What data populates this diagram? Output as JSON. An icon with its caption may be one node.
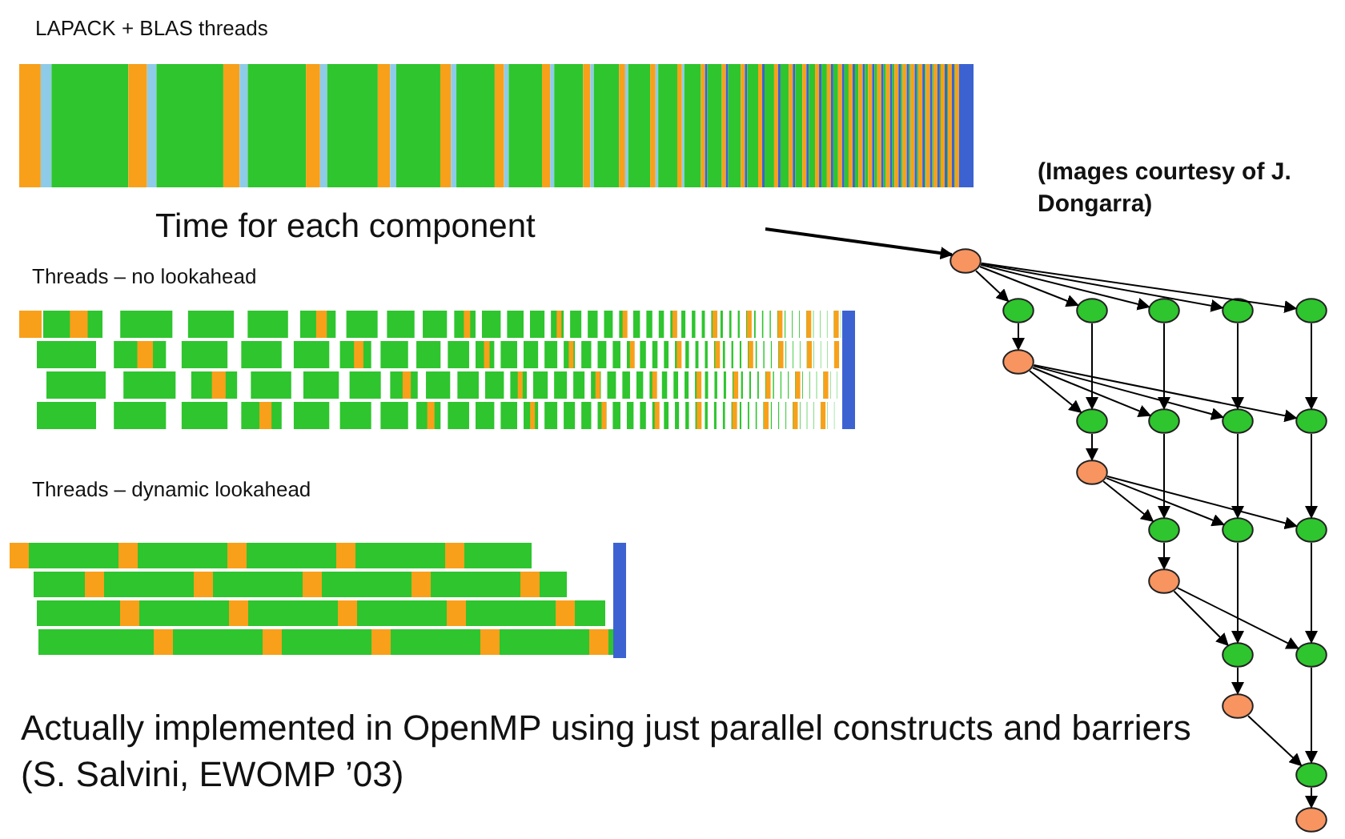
{
  "diagram": {
    "caption": "Actually implemented in OpenMP using just parallel constructs and barriers (S. Salvini, EWOMP ’03)",
    "nodes": [
      {
        "text": [],
        "shape": "circle"
      },
      {
        "text": [],
        "shape": "circle"
      },
      {
        "text": [],
        "shape": "circle"
      },
      {
        "text": [],
        "shape": "circle"
      },
      {
        "text": [],
        "shape": "circle"
      },
      {
        "text": [],
        "shape": "circle"
      },
      {
        "text": [],
        "shape": "circle"
      },
      {
        "text": [],
        "shape": "circle"
      },
      {
        "text": [],
        "shape": "circle"
      },
      {
        "text": [],
        "shape": "circle"
      },
      {
        "text": [],
        "shape": "circle"
      },
      {
        "text": [],
        "shape": "circle"
      },
      {
        "text": [],
        "shape": "circle"
      },
      {
        "text": [],
        "shape": "circle"
      },
      {
        "text": [],
        "shape": "circle"
      },
      {
        "text": [],
        "shape": "circle"
      },
      {
        "text": [],
        "shape": "circle"
      },
      {
        "text": [],
        "shape": "circle"
      },
      {
        "text": [],
        "shape": "circle"
      },
      {
        "text": [],
        "shape": "circle"
      },
      {
        "text": [],
        "shape": "circle"
      }
    ],
    "edges": [
      {
        "from": null,
        "to": 0,
        "arrow": "to"
      },
      {
        "from": 0,
        "to": 1,
        "arrow": "to"
      },
      {
        "from": 0,
        "to": 2,
        "arrow": "to"
      },
      {
        "from": 0,
        "to": 3,
        "arrow": "to"
      },
      {
        "from": 0,
        "to": 4,
        "arrow": "to"
      },
      {
        "from": 0,
        "to": 5,
        "arrow": "to"
      },
      {
        "from": 1,
        "to": 6,
        "arrow": "to"
      },
      {
        "from": 6,
        "to": 7,
        "arrow": "to"
      },
      {
        "from": 6,
        "to": 8,
        "arrow": "to"
      },
      {
        "from": 6,
        "to": 9,
        "arrow": "to"
      },
      {
        "from": 6,
        "to": 10,
        "arrow": "to"
      },
      {
        "from": 2,
        "to": 7,
        "arrow": "to"
      },
      {
        "from": 3,
        "to": 8,
        "arrow": "to"
      },
      {
        "from": 4,
        "to": 9,
        "arrow": "to"
      },
      {
        "from": 5,
        "to": 10,
        "arrow": "to"
      },
      {
        "from": 7,
        "to": 11,
        "arrow": "to"
      },
      {
        "from": 11,
        "to": 12,
        "arrow": "to"
      },
      {
        "from": 11,
        "to": 13,
        "arrow": "to"
      },
      {
        "from": 11,
        "to": 14,
        "arrow": "to"
      },
      {
        "from": 8,
        "to": 12,
        "arrow": "to"
      },
      {
        "from": 9,
        "to": 13,
        "arrow": "to"
      },
      {
        "from": 10,
        "to": 14,
        "arrow": "to"
      },
      {
        "from": 12,
        "to": 15,
        "arrow": "to"
      },
      {
        "from": 15,
        "to": 16,
        "arrow": "to"
      },
      {
        "from": 15,
        "to": 17,
        "arrow": "to"
      },
      {
        "from": 13,
        "to": 16,
        "arrow": "to"
      },
      {
        "from": 14,
        "to": 17,
        "arrow": "to"
      },
      {
        "from": 16,
        "to": 18,
        "arrow": "to"
      },
      {
        "from": 18,
        "to": 19,
        "arrow": "to"
      },
      {
        "from": 17,
        "to": 19,
        "arrow": "to"
      },
      {
        "from": 19,
        "to": 20,
        "arrow": "to"
      }
    ],
    "labels": [
      "LAPACK + BLAS threads",
      "(Images courtesy of J. Dongarra)",
      "Time for each component",
      "Threads – no lookahead",
      "Threads – dynamic lookahead"
    ]
  }
}
